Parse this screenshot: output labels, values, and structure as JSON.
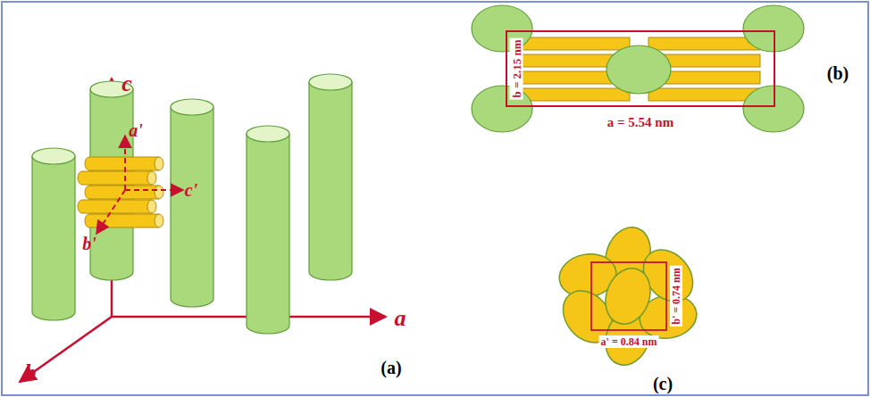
{
  "diagram": {
    "labels": [
      "c",
      "a'",
      "c'",
      "b'",
      "a",
      "b",
      "(a)",
      "b = 2.15 nm",
      "a = 5.54 nm",
      "(b)",
      "a' = 0.84 nm",
      "b' = 0.74 nm",
      "(c)"
    ]
  }
}
